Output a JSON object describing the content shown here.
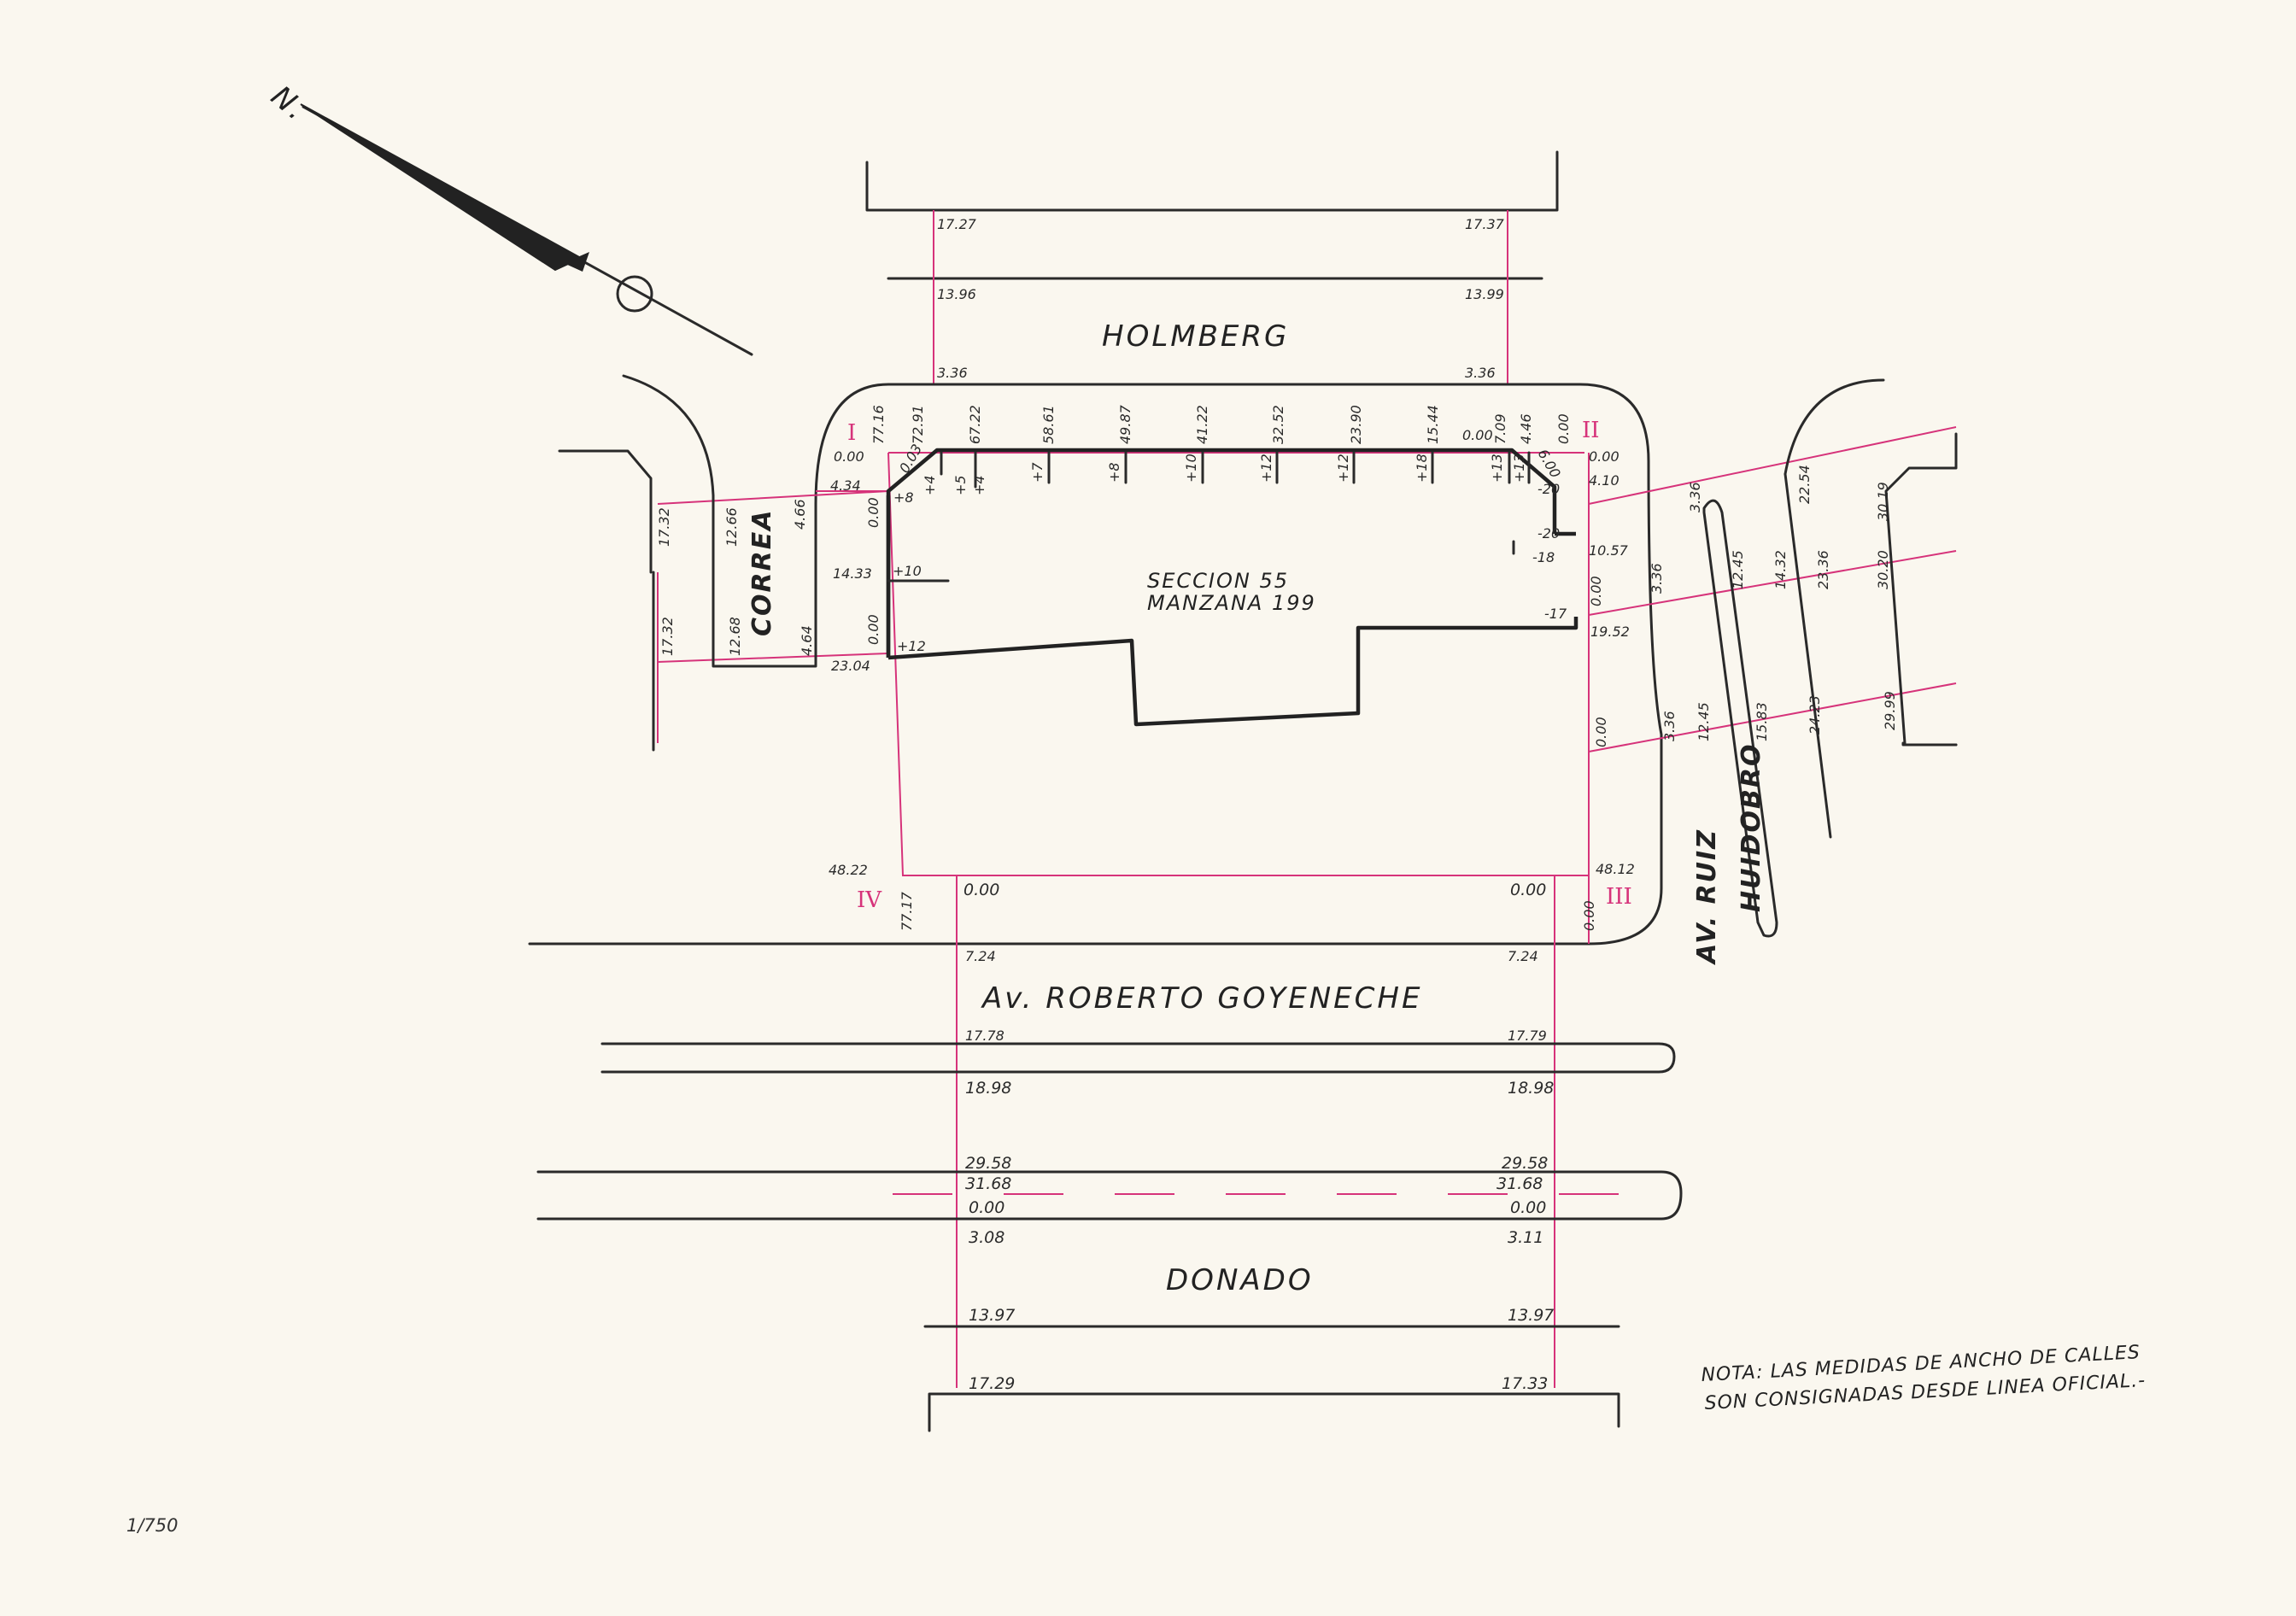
{
  "streets": {
    "holmberg": "HOLMBERG",
    "correa": "CORREA",
    "goyeneche": "Av. ROBERTO GOYENECHE",
    "donado": "DONADO",
    "ruiz_huidobro_av": "AV. RUIZ",
    "ruiz_huidobro_name": "HUIDOBRO"
  },
  "block": {
    "line1": "SECCION  55",
    "line2": "MANZANA 199"
  },
  "north": "N.",
  "note": {
    "line1": "NOTA:  LAS MEDIDAS DE ANCHO DE CALLES",
    "line2": "SON CONSIGNADAS DESDE LINEA OFICIAL.-"
  },
  "scale": "1/750",
  "corners": {
    "i": "I",
    "ii": "II",
    "iii": "III",
    "iv": "IV"
  },
  "measures": {
    "holmberg_l1": "17.27",
    "holmberg_r1": "17.37",
    "holmberg_l2": "13.96",
    "holmberg_r2": "13.99",
    "holmberg_l3": "3.36",
    "holmberg_r3": "3.36",
    "top_offsets": [
      "77.16",
      "72.91",
      "67.22",
      "58.61",
      "49.87",
      "41.22",
      "32.52",
      "23.90",
      "15.44",
      "7.09",
      "4.46",
      "0.00"
    ],
    "top_levels": [
      "+4",
      "+5",
      "+4",
      "+7",
      "+8",
      "+10",
      "+12",
      "+12",
      "+18",
      "+13",
      "+13"
    ],
    "i_000": "0.00",
    "i_434": "4.34",
    "i_003": "0.03",
    "l_000a": "0.00",
    "l_000b": "0.00",
    "l_1433": "14.33",
    "l_2304": "23.04",
    "l_p8": "+8",
    "l_p10": "+10",
    "l_p12": "+12",
    "correa_1": "17.32",
    "correa_2": "12.66",
    "correa_3": "4.66",
    "correa_4": "17.32",
    "correa_5": "12.68",
    "correa_6": "4.64",
    "ii_000": "0.00",
    "ii_0000": "0.00",
    "ii_410": "4.10",
    "ii_600": "6.00",
    "r_1057": "10.57",
    "r_1952": "19.52",
    "r_000a": "0.00",
    "r_000b": "0.00",
    "r_m20a": "-20",
    "r_m20b": "-20",
    "r_m18": "-18",
    "r_m17": "-17",
    "rh_t1": "3.36",
    "rh_t2": "12.45",
    "rh_t3": "14.32",
    "rh_t4": "23.36",
    "rh_t5": "22.54",
    "rh_t6": "30.20",
    "rh_t7": "30.19",
    "rh_b1": "3.36",
    "rh_b2": "12.45",
    "rh_b3": "15.83",
    "rh_b4": "24.23",
    "rh_b5": "29.99",
    "iv_4822": "48.22",
    "iv_7717": "77.17",
    "iii_4812": "48.12",
    "iii_000": "0.00",
    "bot_l_000": "0.00",
    "bot_r_000": "0.00",
    "goy_l1": "7.24",
    "goy_r1": "7.24",
    "goy_l2": "17.78",
    "goy_r2": "17.79",
    "goy_l3": "18.98",
    "goy_r3": "18.98",
    "goy_l4": "29.58",
    "goy_r4": "29.58",
    "goy_l5": "31.68",
    "goy_r5": "31.68",
    "goy_l6": "0.00",
    "goy_r6": "0.00",
    "don_l1": "3.08",
    "don_r1": "3.11",
    "don_l2": "13.97",
    "don_r2": "13.97",
    "don_l3": "17.29",
    "don_r3": "17.33"
  }
}
